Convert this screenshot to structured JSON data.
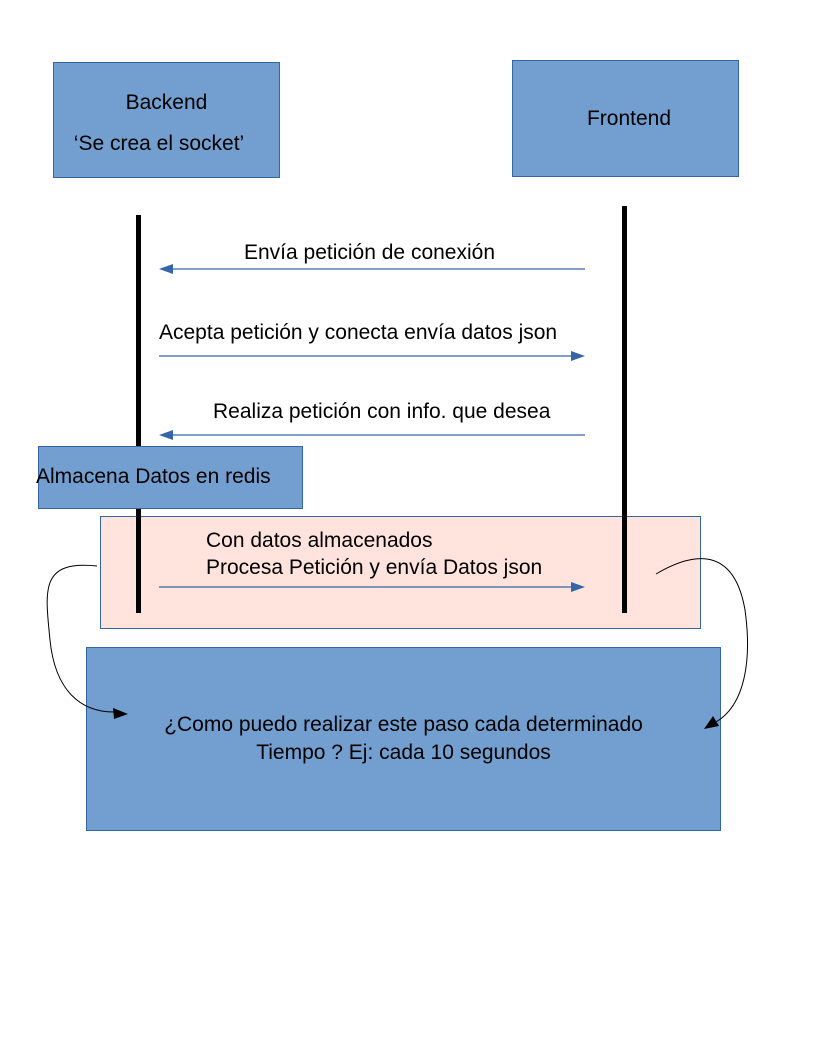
{
  "colors": {
    "box_fill": "#729fcf",
    "box_border": "#3465a4",
    "highlight_fill": "#ffe3dc",
    "arrow": "#3465a4",
    "lifeline": "#000000"
  },
  "backend": {
    "title": "Backend",
    "note": "‘Se  crea el socket’"
  },
  "frontend": {
    "title": "Frontend"
  },
  "messages": {
    "connection_request": "Envía petición de conexión",
    "accept_connect": "Acepta petición y conecta envía datos json",
    "request_info": "Realiza petición con info. que desea"
  },
  "store": {
    "label": "Almacena Datos en redis"
  },
  "process": {
    "line1": "Con datos almacenados",
    "line2": "Procesa Petición y envía Datos json"
  },
  "question": {
    "line1": "¿Como puedo realizar este paso cada determinado",
    "line2": "Tiempo ? Ej: cada 10 segundos"
  }
}
